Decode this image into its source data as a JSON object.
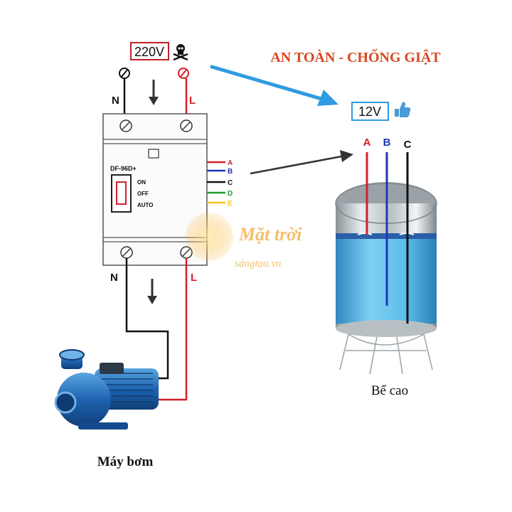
{
  "supply": {
    "voltage": "220V",
    "neutral_label": "N",
    "live_label": "L",
    "icon": "skull-crossbones-icon"
  },
  "safety_banner": "AN TOÀN - CHỐNG GIẬT",
  "low_voltage": {
    "voltage": "12V",
    "icon": "thumbs-up-icon"
  },
  "controller": {
    "model": "DF-96D+",
    "modes": [
      "ON",
      "OFF",
      "AUTO"
    ],
    "sensor_terminals": [
      {
        "label": "A",
        "color": "#d3202a"
      },
      {
        "label": "B",
        "color": "#1f35b8"
      },
      {
        "label": "C",
        "color": "#111111"
      },
      {
        "label": "D",
        "color": "#1c9a2c"
      },
      {
        "label": "E",
        "color": "#f2c21c"
      }
    ]
  },
  "output": {
    "neutral_label": "N",
    "live_label": "L"
  },
  "probes": [
    {
      "label": "A",
      "color": "#d3202a"
    },
    {
      "label": "B",
      "color": "#1f35b8"
    },
    {
      "label": "C",
      "color": "#111111"
    }
  ],
  "tank_label": "Bể cao",
  "pump_label": "Máy bơm",
  "watermark": {
    "line1": "Mặt trời",
    "line2": "sángtạo.vn"
  },
  "colors": {
    "live": "#d3202a",
    "neutral": "#111111",
    "arrow_blue": "#2f9be0",
    "banner": "#d9461e",
    "water": "#3aa6dc"
  }
}
